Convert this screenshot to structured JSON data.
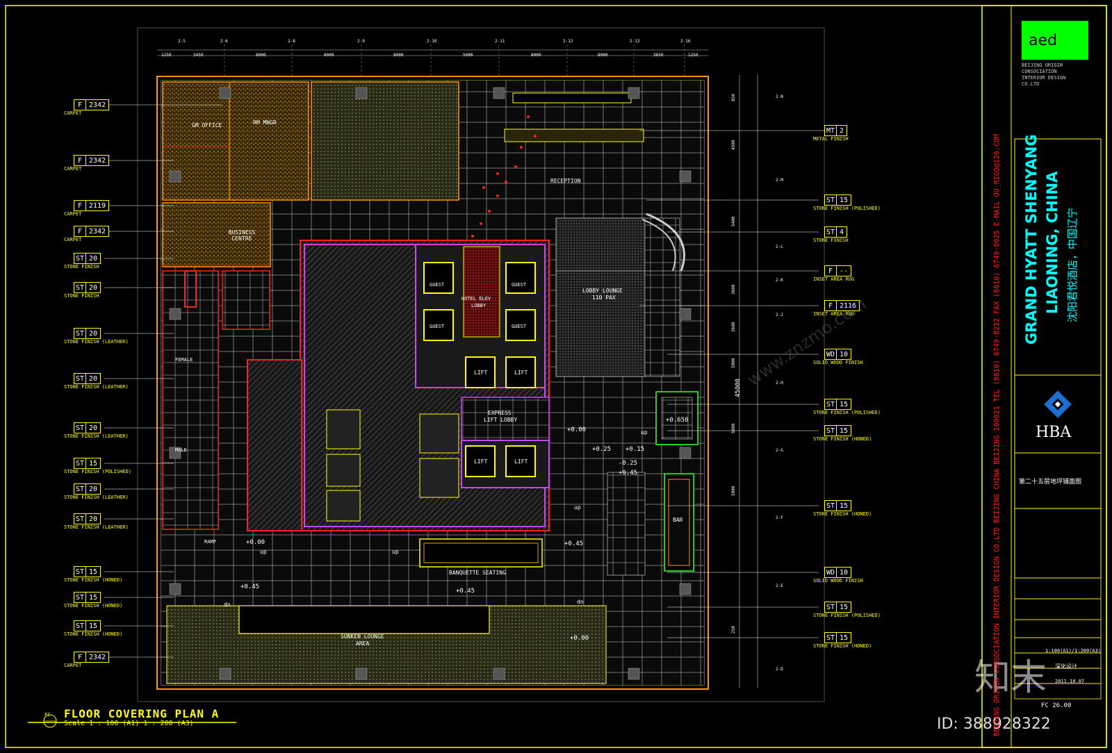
{
  "sheet": {
    "title": "FLOOR COVERING PLAN A",
    "scale": "Scale 1 : 100 (A1) 1 : 200 (A3)",
    "marker": "FC",
    "drawing_no": "FC 26.00",
    "id_text": "ID: 388928322",
    "watermark_logo": "知末",
    "watermark_url": "www.znzmo.com"
  },
  "title_block": {
    "logo": "aed",
    "company_lines": [
      "BEIJING ORIGIN",
      "CONSOCIATION",
      "INTERIOR DESIGN",
      "CO.LTD"
    ],
    "vertical_info": "BEIJING ORIGIN CONSOCIATION INTERIOR DESIGN CO.LTD   BEIJING CHINA  BEIJING 100021  TEL (8610) 6749-8232  FAX (8610) 6749-8025  E-MAIL  OU_RIGO@126.COM",
    "project_en_1": "GRAND HYATT SHENYANG",
    "project_en_2": "LIAONING, CHINA",
    "project_cn": "沈阳君悦酒店，中国辽宁",
    "client": "HBA",
    "drawing_title_cn": "第二十五层地坪铺面图",
    "scale_value": "1:100(A1)/1:200(A3)",
    "stage": "深化设计",
    "date": "2011.10.07",
    "accent_green": "#00ff00",
    "accent_yellow": "#ffff00",
    "accent_red": "#ff2020"
  },
  "grid_top": [
    "2-5",
    "2-6",
    "2-8",
    "2-9",
    "2-10",
    "2-11",
    "2-12",
    "2-13",
    "2-16"
  ],
  "dims_top": [
    "1250",
    "3450",
    "8000",
    "8000",
    "8000",
    "5000",
    "8000",
    "8000",
    "3650",
    "1250"
  ],
  "grid_right": [
    "2-N",
    "2-M",
    "2-L",
    "2-K",
    "2-J",
    "2-H",
    "2-G",
    "2-F",
    "2-E",
    "2-D"
  ],
  "dims_right": [
    "850",
    "4500",
    "5400",
    "3600",
    "3600",
    "5000",
    "5000",
    "5000",
    "250"
  ],
  "overall_dim": "45000",
  "tags_left": [
    {
      "code": "F",
      "num": "2342",
      "desc": "CARPET"
    },
    {
      "code": "F",
      "num": "2342",
      "desc": "CARPET"
    },
    {
      "code": "F",
      "num": "2119",
      "desc": "CARPET"
    },
    {
      "code": "F",
      "num": "2342",
      "desc": "CARPET"
    },
    {
      "code": "ST",
      "num": "20",
      "desc": "STONE FINISH"
    },
    {
      "code": "ST",
      "num": "20",
      "desc": "STONE FINISH"
    },
    {
      "code": "ST",
      "num": "20",
      "desc": "STONE FINISH (LEATHER)"
    },
    {
      "code": "ST",
      "num": "20",
      "desc": "STONE FINISH (LEATHER)"
    },
    {
      "code": "ST",
      "num": "20",
      "desc": "STONE FINISH (LEATHER)"
    },
    {
      "code": "ST",
      "num": "15",
      "desc": "STONE FINISH (POLISHED)"
    },
    {
      "code": "ST",
      "num": "20",
      "desc": "STONE FINISH (LEATHER)"
    },
    {
      "code": "ST",
      "num": "20",
      "desc": "STONE FINISH (LEATHER)"
    },
    {
      "code": "ST",
      "num": "15",
      "desc": "STONE FINISH (HONED)"
    },
    {
      "code": "ST",
      "num": "15",
      "desc": "STONE FINISH (HONED)"
    },
    {
      "code": "ST",
      "num": "15",
      "desc": "STONE FINISH (HONED)"
    },
    {
      "code": "F",
      "num": "2342",
      "desc": "CARPET"
    }
  ],
  "tags_right": [
    {
      "code": "MT",
      "num": "2",
      "desc": "METAL FINISH"
    },
    {
      "code": "ST",
      "num": "15",
      "desc": "STONE FINISH (POLISHED)"
    },
    {
      "code": "ST",
      "num": "4",
      "desc": "STONE FINISH"
    },
    {
      "code": "F",
      "num": "--",
      "desc": "INSET AREA RUG"
    },
    {
      "code": "F",
      "num": "2116",
      "desc": "INSET AREA RUG"
    },
    {
      "code": "WD",
      "num": "10",
      "desc": "SOLID WOOD FINISH"
    },
    {
      "code": "ST",
      "num": "15",
      "desc": "STONE FINISH (POLISHED)"
    },
    {
      "code": "ST",
      "num": "15",
      "desc": "STONE FINISH (HONED)"
    },
    {
      "code": "ST",
      "num": "15",
      "desc": "STONE FINISH (HONED)"
    },
    {
      "code": "WD",
      "num": "10",
      "desc": "SOLID WOOD FINISH"
    },
    {
      "code": "ST",
      "num": "15",
      "desc": "STONE FINISH (POLISHED)"
    },
    {
      "code": "ST",
      "num": "15",
      "desc": "STONE FINISH (HONED)"
    }
  ],
  "rooms": {
    "gm_office": "GM OFFICE",
    "rm_manager": "RM MNGR",
    "reception": "RECEPTION",
    "business_centre": "BUSINESS CENTRE",
    "lobby_lounge_1": "LOBBY LOUNGE",
    "lobby_lounge_2": "110 PAX",
    "hotel_elev_1": "HOTEL ELEV",
    "hotel_elev_2": "LOBBY",
    "guest_1": "GUEST",
    "guest_2": "GUEST",
    "guest_3": "GUEST",
    "guest_4": "GUEST",
    "lift_1": "LIFT",
    "lift_2": "LIFT",
    "lift_3": "LIFT",
    "lift_4": "LIFT",
    "express_1": "EXPRESS",
    "express_2": "LIFT LOBBY",
    "banquette": "BANQUETTE SEATING",
    "sunken_1": "SUNKEN LOUNGE",
    "sunken_2": "AREA",
    "bar": "BAR",
    "female": "FEMALE",
    "male": "MALE",
    "ramp": "RAMP",
    "up1": "up",
    "up2": "up",
    "up3": "up",
    "up4": "up",
    "dn1": "dn",
    "dn2": "dn"
  },
  "levels": [
    "+0.00",
    "+0.00",
    "+0.45",
    "+0.45",
    "+0.45",
    "+0.45",
    "+0.650",
    "+0.15",
    "+0.25",
    "+0.00",
    "-0.25"
  ]
}
